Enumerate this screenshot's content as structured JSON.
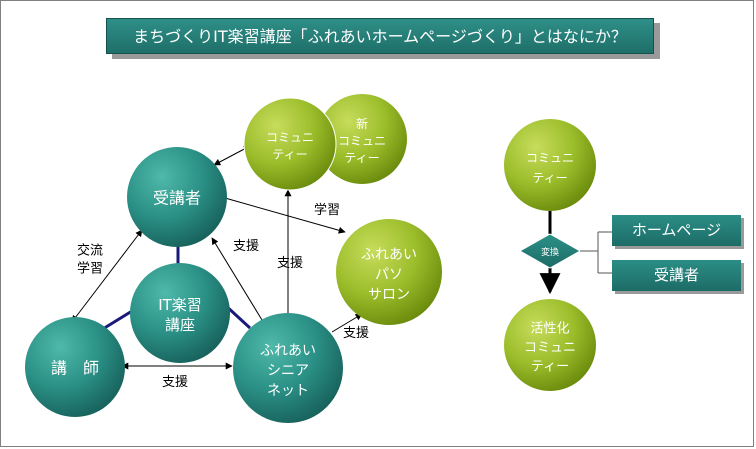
{
  "title": "まちづくりIT楽習講座「ふれあいホームページづくり」とはなにか？",
  "nodes": {
    "community": [
      "コミュニ",
      "ティー"
    ],
    "new_community": [
      "新",
      "コミュニ",
      "ティー"
    ],
    "jukosha": [
      "受講者"
    ],
    "it_course": [
      "IT楽習",
      "講座"
    ],
    "koshi": [
      "講　師"
    ],
    "senior_net": [
      "ふれあい",
      "シニア",
      "ネット"
    ],
    "salon": [
      "ふれあい",
      "パソ",
      "サロン"
    ],
    "right_community": [
      "コミュニ",
      "ティー"
    ],
    "active_community": [
      "活性化",
      "コミュニ",
      "ティー"
    ]
  },
  "edge_labels": {
    "koryu": [
      "交流",
      "学習"
    ],
    "gakushu": "学習",
    "shien_1": "支援",
    "shien_2": "支援",
    "shien_3": "支援",
    "shien_4": "支援"
  },
  "flow": {
    "diamond": "変換",
    "box_homepage": "ホームページ",
    "box_jukosha": "受講者"
  },
  "colors": {
    "green_light": "#b3cd45",
    "green_dark": "#6f8f10",
    "teal_light": "#44b0a2",
    "teal_dark": "#1a6a64",
    "navy": "#1a1a7a"
  }
}
